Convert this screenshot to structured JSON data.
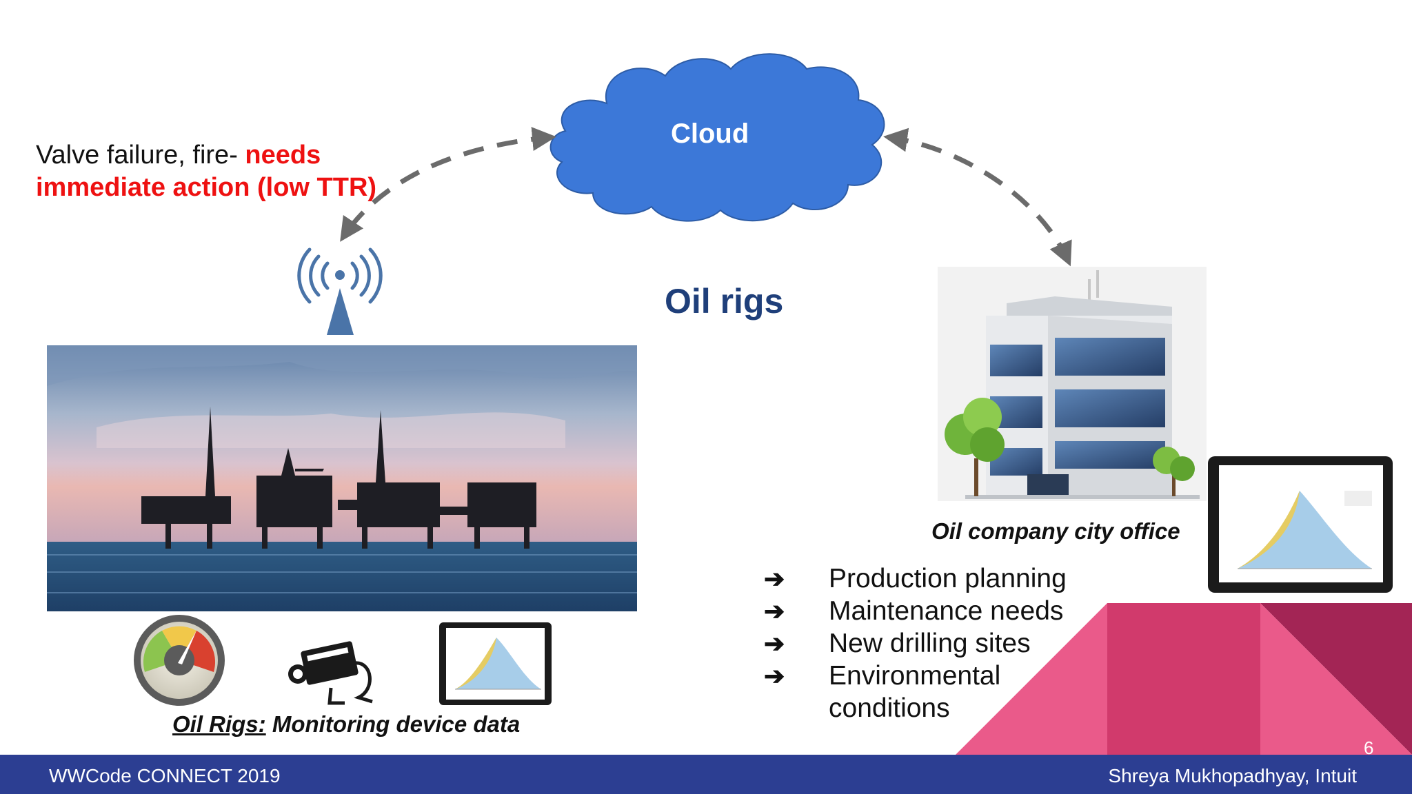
{
  "slide": {
    "title": "Oil rigs",
    "cloud_label": "Cloud",
    "alert": {
      "prefix": "Valve failure, fire- ",
      "emphasis": "needs immediate action (low TTR)"
    },
    "caption_left": {
      "underlined": "Oil Rigs:",
      "rest": " Monitoring device data"
    },
    "caption_right": "Oil company city office",
    "needs": [
      {
        "arrow": "➔",
        "text": "Production planning"
      },
      {
        "arrow": "➔",
        "text": "Maintenance needs"
      },
      {
        "arrow": "➔",
        "text": "New drilling sites"
      },
      {
        "arrow": "➔",
        "text": "Environmental conditions"
      }
    ],
    "page_number": "6"
  },
  "footer": {
    "left": "WWCode CONNECT 2019",
    "right": "Shreya Mukhopadhyay, Intuit"
  },
  "icons": [
    "cloud-icon",
    "wireless-antenna-icon",
    "oil-rig-photo",
    "gauge-icon",
    "camera-icon",
    "tablet-chart-icon",
    "office-building-icon"
  ],
  "colors": {
    "cloud": "#3c78d8",
    "title": "#1f3f7a",
    "alert_red": "#ee1111",
    "footer": "#2c3e92",
    "accent_pink": "#ea5a8a",
    "accent_magenta": "#d13a6c",
    "accent_maroon": "#a32555"
  }
}
